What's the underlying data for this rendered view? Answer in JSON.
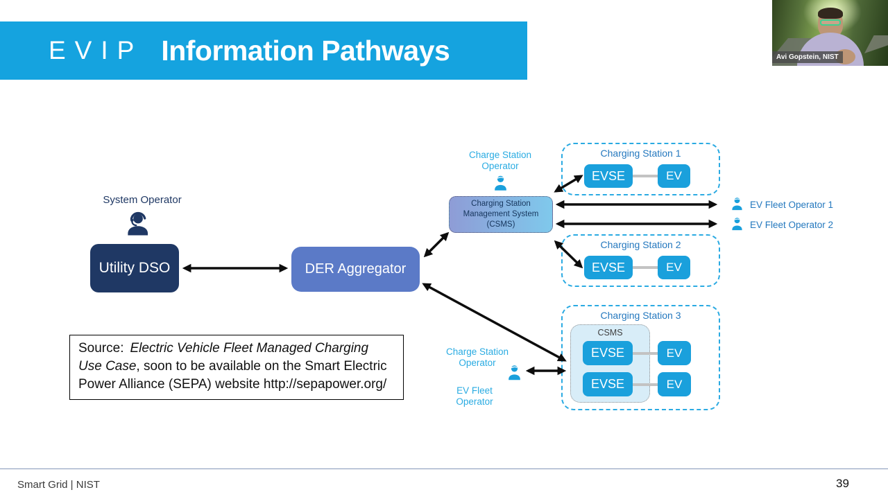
{
  "title": {
    "prefix": "EVIP",
    "main": "Information Pathways"
  },
  "webcam": {
    "name_label": "Avi Gopstein, NIST"
  },
  "actors": {
    "system_operator": "System Operator",
    "charge_station_operator": "Charge Station Operator",
    "ev_fleet_operator": "EV Fleet Operator",
    "ev_fleet_operator_1": "EV Fleet Operator 1",
    "ev_fleet_operator_2": "EV Fleet Operator 2"
  },
  "nodes": {
    "utility_dso": "Utility DSO",
    "der_aggregator": "DER Aggregator",
    "csms": "Charging Station Management System (CSMS)",
    "csms_inner": "CSMS"
  },
  "stations": [
    {
      "label": "Charging Station 1",
      "units": [
        {
          "evse": "EVSE",
          "ev": "EV"
        }
      ]
    },
    {
      "label": "Charging Station 2",
      "units": [
        {
          "evse": "EVSE",
          "ev": "EV"
        }
      ]
    },
    {
      "label": "Charging Station 3",
      "units": [
        {
          "evse": "EVSE",
          "ev": "EV"
        },
        {
          "evse": "EVSE",
          "ev": "EV"
        }
      ]
    }
  ],
  "source_note": {
    "prefix": "Source:",
    "italic": "Electric Vehicle Fleet Managed Charging Use Case",
    "rest": ", soon to be available on the Smart Electric Power Alliance (SEPA) website http://sepapower.org/"
  },
  "footer": {
    "left": "Smart Grid | NIST",
    "page": "39"
  },
  "colors": {
    "banner_cyan": "#15A3DF",
    "utility_dso_navy": "#1F3864",
    "der_blue": "#5B7AC7",
    "unit_cyan": "#1AA0DC",
    "dashed_cyan": "#2AAAE2",
    "station_label_blue": "#2478BE",
    "actor_cyan": "#29ABE2",
    "csms_gradient_left": "#8E9CD6",
    "csms_gradient_right": "#7FC9EC",
    "cs3_inner_fill": "#D8EDF8"
  }
}
